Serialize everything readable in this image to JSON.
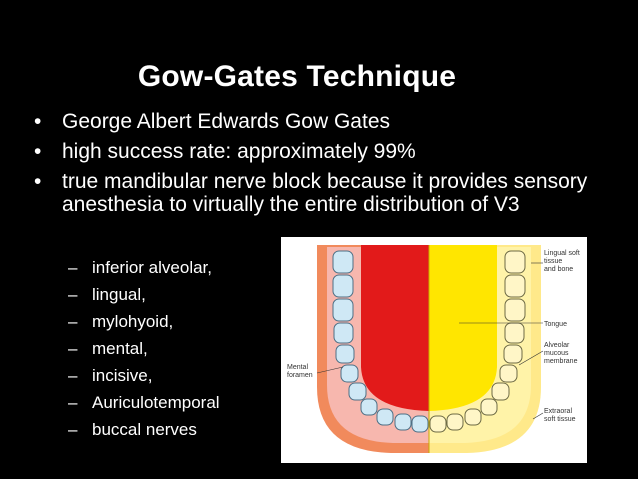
{
  "slide": {
    "title": "Gow-Gates Technique",
    "bullets": [
      "George Albert Edwards Gow Gates",
      "high success rate: approximately 99%",
      "true mandibular nerve block because it provides sensory anesthesia to virtually the entire distribution of V3"
    ],
    "sub_items": [
      "inferior alveolar,",
      "lingual,",
      "mylohyoid,",
      "mental,",
      "incisive,",
      "Auriculotemporal",
      "buccal nerves"
    ],
    "bullet_glyph": "•",
    "dash_glyph": "–"
  },
  "figure": {
    "labels": {
      "lingual_soft_1": "Lingual soft",
      "lingual_soft_2": "tissue",
      "lingual_soft_3": "and bone",
      "tongue": "Tongue",
      "alveolar_1": "Alveolar",
      "alveolar_2": "mucous",
      "alveolar_3": "membrane",
      "extraoral_1": "Extraoral",
      "extraoral_2": "soft tissue",
      "mental_1": "Mental",
      "mental_2": "foramen"
    },
    "colors": {
      "red": "#e21a1a",
      "yellow": "#ffe600",
      "gum_pink": "#f7b7ae",
      "outer_orange": "#f18a5c",
      "tooth_blue": "#cfe8f5"
    }
  }
}
